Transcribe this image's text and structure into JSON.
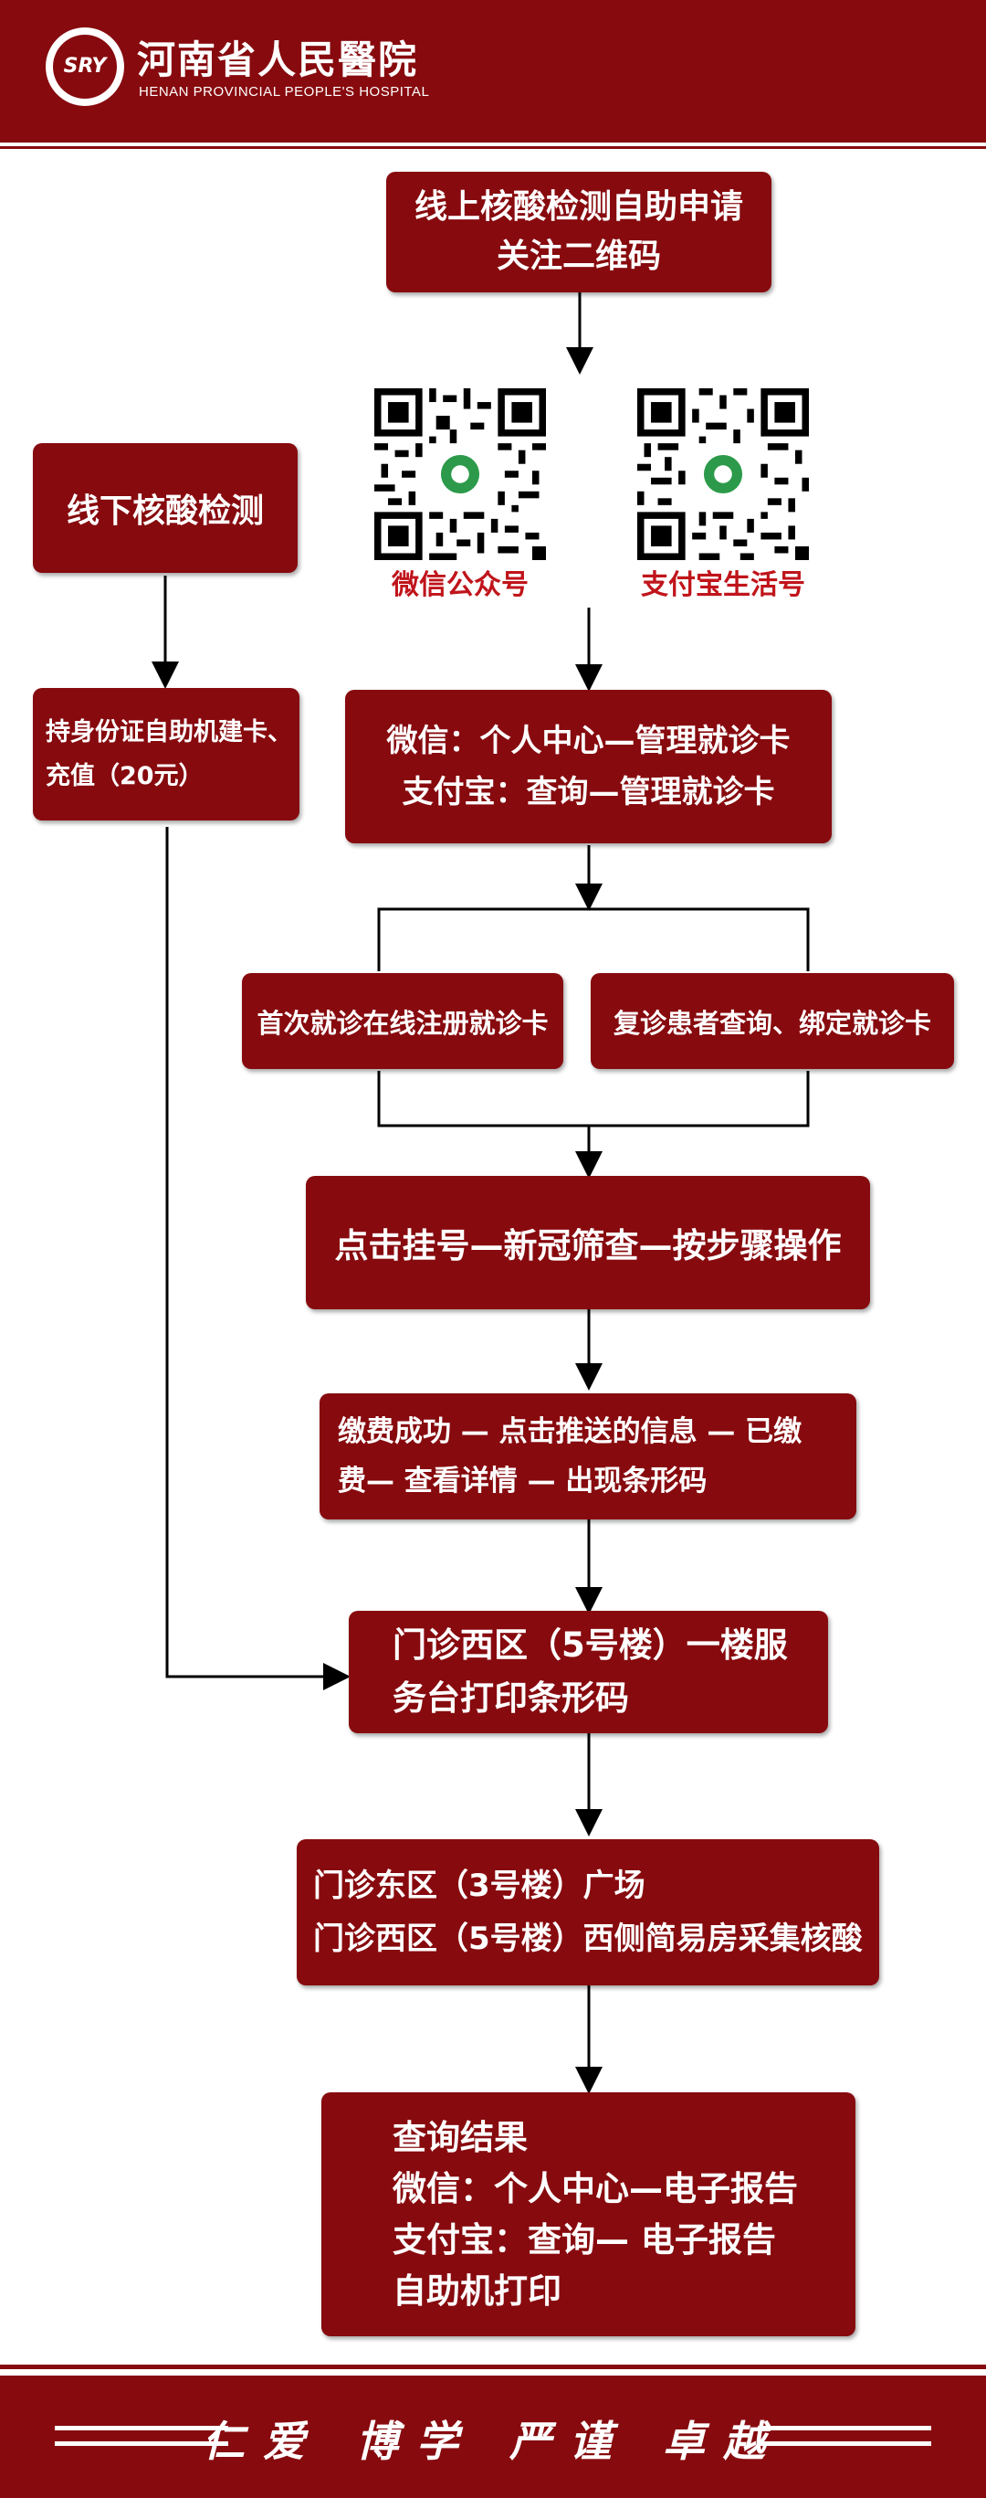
{
  "header": {
    "logo_text": "SRY",
    "hospital_cn": "河南省人民醫院",
    "hospital_en": "HENAN PROVINCIAL PEOPLE'S HOSPITAL"
  },
  "steps": {
    "online_apply": [
      "线上核酸检测自助申请",
      "关注二维码"
    ],
    "offline_test": "线下核酸检测",
    "id_card_kiosk": [
      "持身份证自助机建卡、",
      "充值（20元）"
    ],
    "manage_card": [
      "微信：个人中心—管理就诊卡",
      "支付宝：查询—管理就诊卡"
    ],
    "first_visit": "首次就诊在线注册就诊卡",
    "return_visit": "复诊患者查询、绑定就诊卡",
    "register": "点击挂号—新冠筛查—按步骤操作",
    "payment": [
      "缴费成功 — 点击推送的信息 — 已缴",
      "费— 查看详情 — 出现条形码"
    ],
    "print_barcode": [
      "门诊西区（5号楼）一楼服",
      "务台打印条形码"
    ],
    "collect_sample": [
      "门诊东区（3号楼）广场",
      "门诊西区（5号楼）西侧简易房采集核酸"
    ],
    "query_result": [
      "查询结果",
      "微信：个人中心—电子报告",
      "支付宝：查询— 电子报告",
      "自助机打印"
    ]
  },
  "qr_codes": {
    "wechat_label": "微信公众号",
    "alipay_label": "支付宝生活号"
  },
  "footer": {
    "motto": "仁爱 博学 严谨 卓越"
  },
  "colors": {
    "brand_red": "#870a0e",
    "label_red": "#c0141b"
  }
}
